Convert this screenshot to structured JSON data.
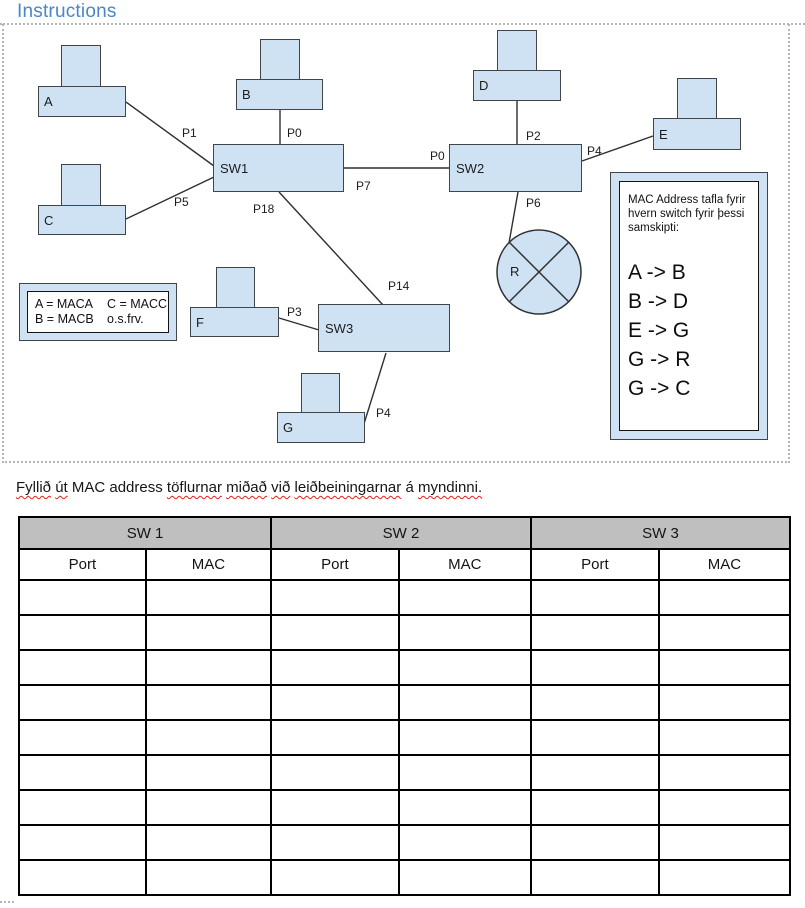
{
  "page": {
    "heading": "Instructions",
    "sentence_tokens": [
      {
        "text": "Fyllið",
        "misspelled": true
      },
      {
        "text": "út",
        "misspelled": true
      },
      {
        "text": "MAC address",
        "misspelled": false
      },
      {
        "text": "töflurnar",
        "misspelled": true
      },
      {
        "text": "miðað",
        "misspelled": true
      },
      {
        "text": "við",
        "misspelled": true
      },
      {
        "text": "leiðbeiningarnar",
        "misspelled": true
      },
      {
        "text": "á",
        "misspelled": false
      },
      {
        "text": "myndinni.",
        "misspelled": true
      }
    ]
  },
  "diagram": {
    "devices": [
      {
        "label": "A"
      },
      {
        "label": "B"
      },
      {
        "label": "C"
      },
      {
        "label": "D"
      },
      {
        "label": "E"
      },
      {
        "label": "F"
      },
      {
        "label": "G"
      }
    ],
    "switches": [
      {
        "label": "SW1"
      },
      {
        "label": "SW2"
      },
      {
        "label": "SW3"
      }
    ],
    "router": {
      "label": "R"
    },
    "ports": [
      {
        "label": "P1"
      },
      {
        "label": "P5"
      },
      {
        "label": "P0"
      },
      {
        "label": "P7"
      },
      {
        "label": "P0"
      },
      {
        "label": "P2"
      },
      {
        "label": "P4"
      },
      {
        "label": "P6"
      },
      {
        "label": "P18"
      },
      {
        "label": "P14"
      },
      {
        "label": "P3"
      },
      {
        "label": "P4"
      }
    ],
    "legend": {
      "r1c1": "A = MACA",
      "r1c2": "C = MACC",
      "r2c1": "B = MACB",
      "r2c2": "o.s.frv."
    },
    "mac_box": {
      "intro": "MAC Address tafla fyrir hvern switch fyrir þessi samskipti:",
      "items": [
        "A -> B",
        "B -> D",
        "E -> G",
        "G -> R",
        "G -> C"
      ]
    }
  },
  "table": {
    "groups": [
      {
        "label": "SW 1"
      },
      {
        "label": "SW 2"
      },
      {
        "label": "SW 3"
      }
    ],
    "columns": [
      "Port",
      "MAC",
      "Port",
      "MAC",
      "Port",
      "MAC"
    ],
    "empty_rows": 9
  },
  "colors": {
    "heading_blue": "#4a86c6",
    "shape_fill": "#cfe2f3",
    "shape_border": "#414549",
    "table_header_gray": "#bfbfbf",
    "squiggle_red": "#e32119",
    "dotted_frame_gray": "#b5b5b5"
  }
}
